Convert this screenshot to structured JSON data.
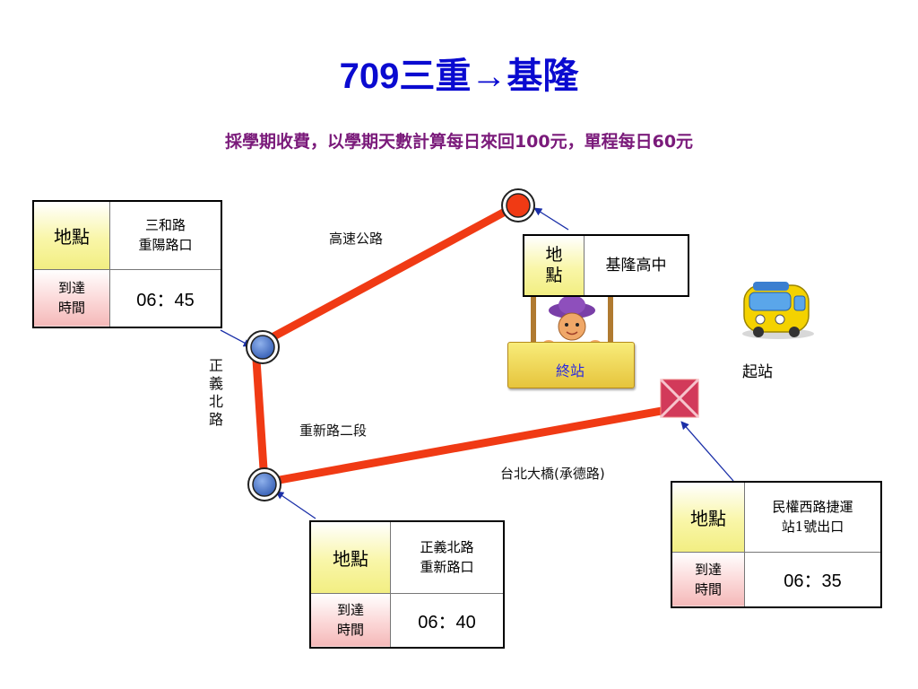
{
  "title": "709三重→基隆",
  "subtitle": "採學期收費，以學期天數計算每日來回100元，單程每日60元",
  "roads": {
    "highway": "高速公路",
    "zhengyi": [
      "正",
      "義",
      "北",
      "路"
    ],
    "chongxin": "重新路二段",
    "bridge": "台北大橋(承德路)"
  },
  "stops": {
    "sanhe": {
      "loc_key": "地點",
      "loc": [
        "三和路",
        "重陽路口"
      ],
      "time_key": [
        "到達",
        "時間"
      ],
      "time": "06：45"
    },
    "keelung": {
      "loc_key": [
        "地",
        "點"
      ],
      "loc": "基隆高中"
    },
    "zhengyi": {
      "loc_key": "地點",
      "loc": [
        "正義北路",
        "重新路口"
      ],
      "time_key": [
        "到達",
        "時間"
      ],
      "time": "06：40"
    },
    "minquan": {
      "loc_key": "地點",
      "loc": [
        "民權西路捷運",
        "站1號出口"
      ],
      "time_key": [
        "到達",
        "時間"
      ],
      "time": "06：35"
    }
  },
  "end_sign": "終站",
  "start_label": "起站",
  "colors": {
    "title": "#0a0ad0",
    "subtitle": "#7a1a7a",
    "route": "#f03a14",
    "stop": "#4d79c7",
    "terminal": "#f03a14"
  }
}
